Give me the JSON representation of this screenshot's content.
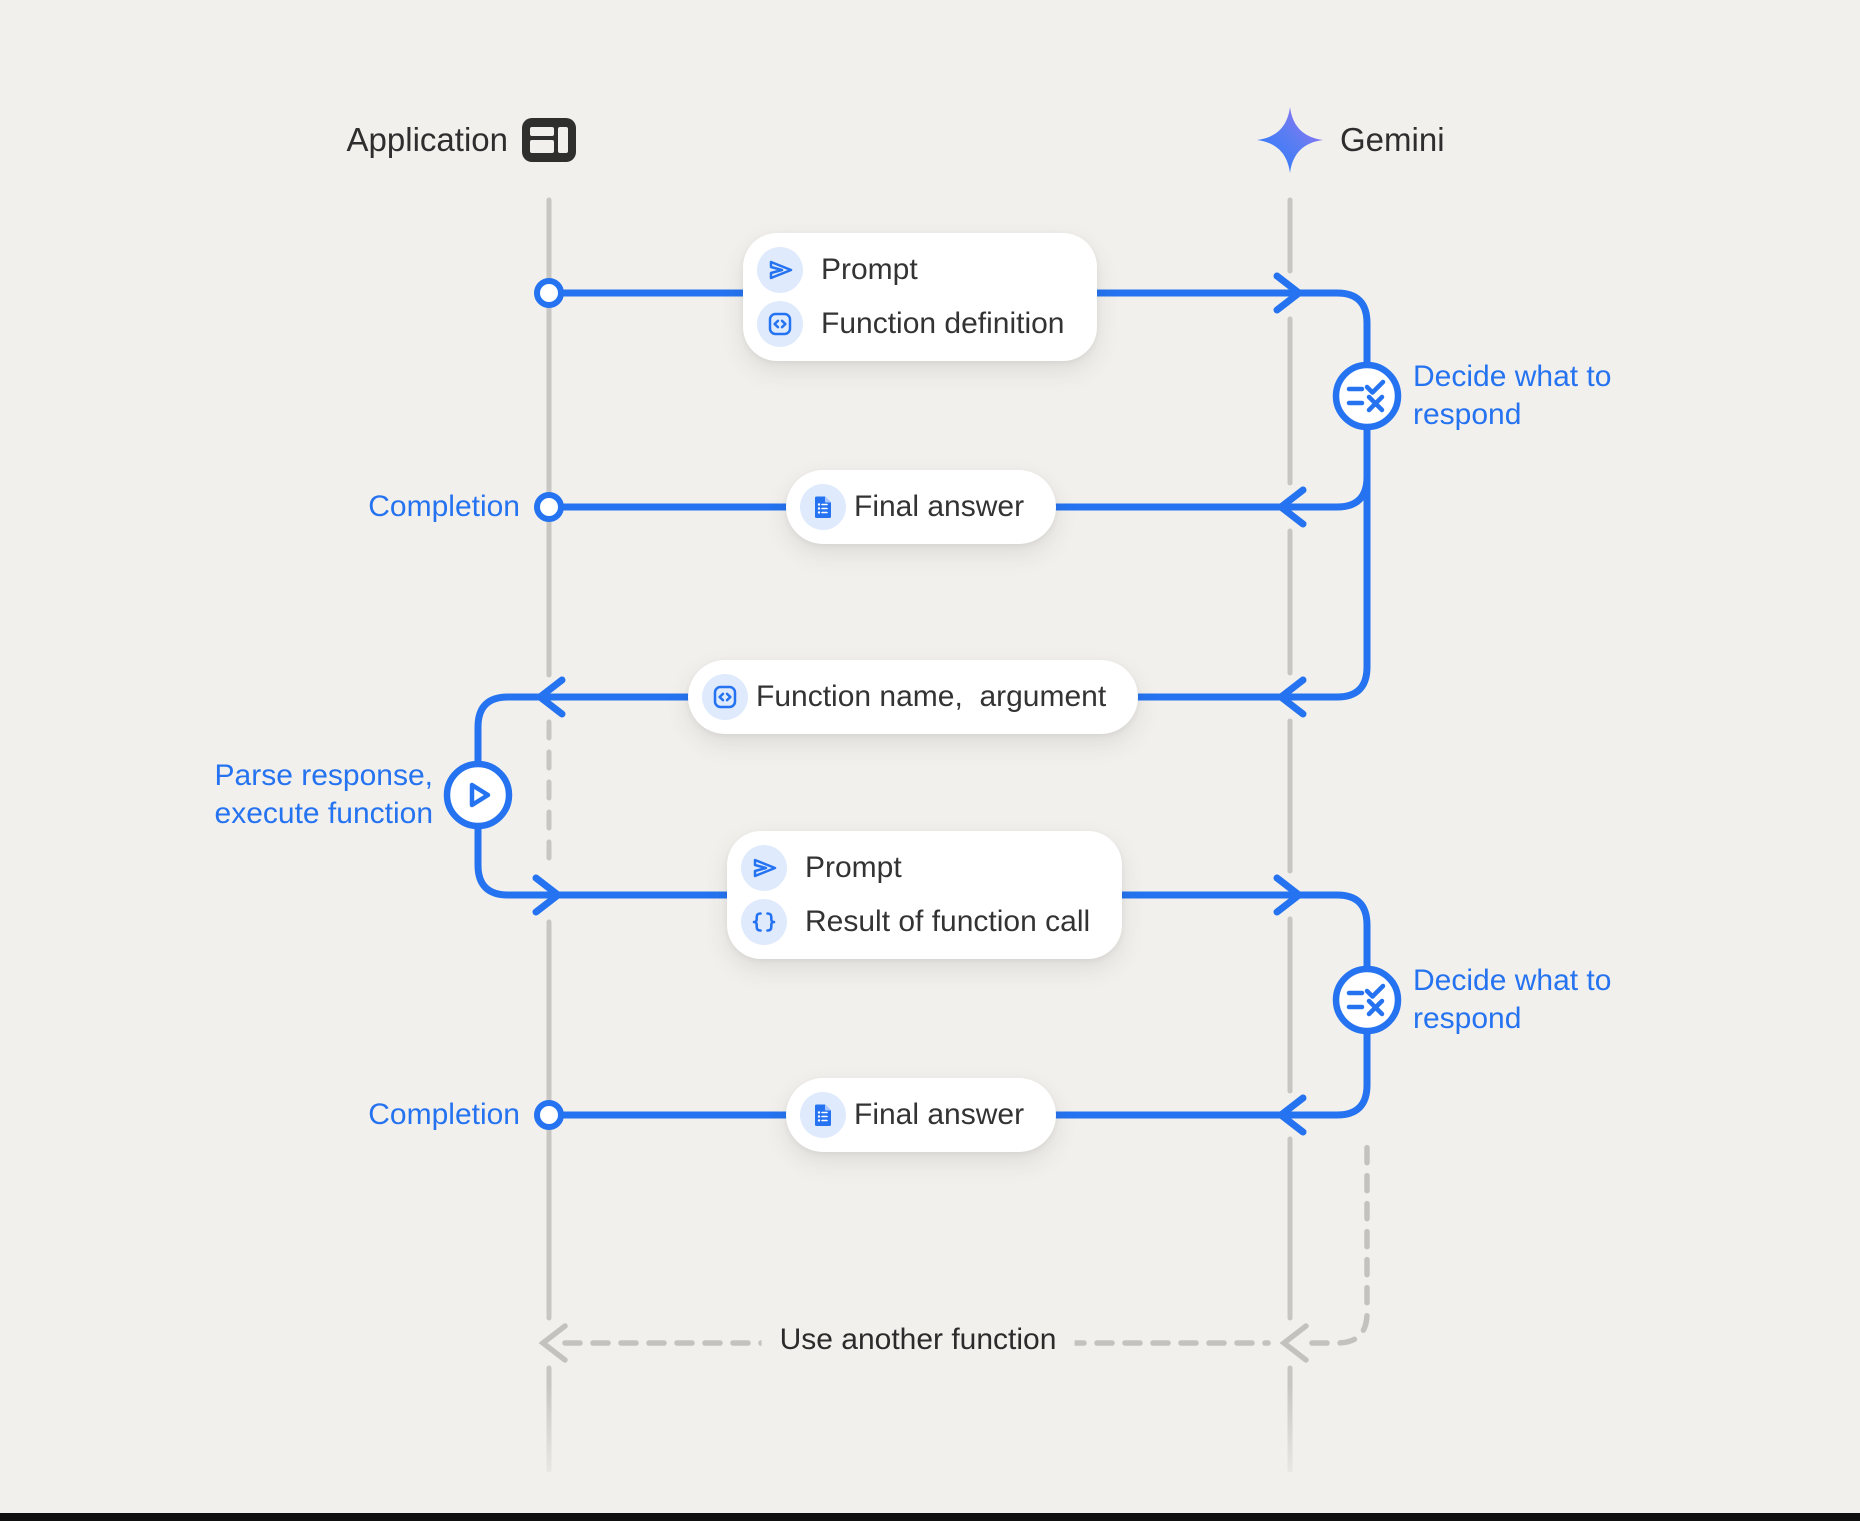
{
  "palette": {
    "background": "#f2f0ec",
    "blue": "#2573f0",
    "icon_circle_bg": "#dfeafd",
    "lifeline_gray": "#c7c6c3",
    "dashed_gray": "#c3c2bf",
    "dark_text": "#2e2e2e",
    "box_bg": "#ffffff",
    "bottom_bar": "#0f0f0f"
  },
  "actors": {
    "application": {
      "label": "Application",
      "icon": "app-window-icon"
    },
    "gemini": {
      "label": "Gemini",
      "icon": "gemini-sparkle-icon"
    }
  },
  "boxes": {
    "prompt_function_definition": {
      "rows": [
        {
          "icon": "send-icon",
          "label": "Prompt"
        },
        {
          "icon": "code-box-icon",
          "label": "Function definition"
        }
      ]
    },
    "final_answer_1": {
      "icon": "document-icon",
      "label": "Final answer"
    },
    "function_name_argument": {
      "icon": "code-box-icon",
      "label": "Function name,  argument"
    },
    "prompt_result": {
      "rows": [
        {
          "icon": "send-icon",
          "label": "Prompt"
        },
        {
          "icon": "braces-icon",
          "label": "Result of function call"
        }
      ]
    },
    "final_answer_2": {
      "icon": "document-icon",
      "label": "Final answer"
    }
  },
  "annotations": {
    "decide_1": "Decide what to respond",
    "decide_2": "Decide what to respond",
    "completion_1": "Completion",
    "completion_2": "Completion",
    "parse_execute": "Parse response, execute function",
    "use_another_function": "Use another function"
  }
}
